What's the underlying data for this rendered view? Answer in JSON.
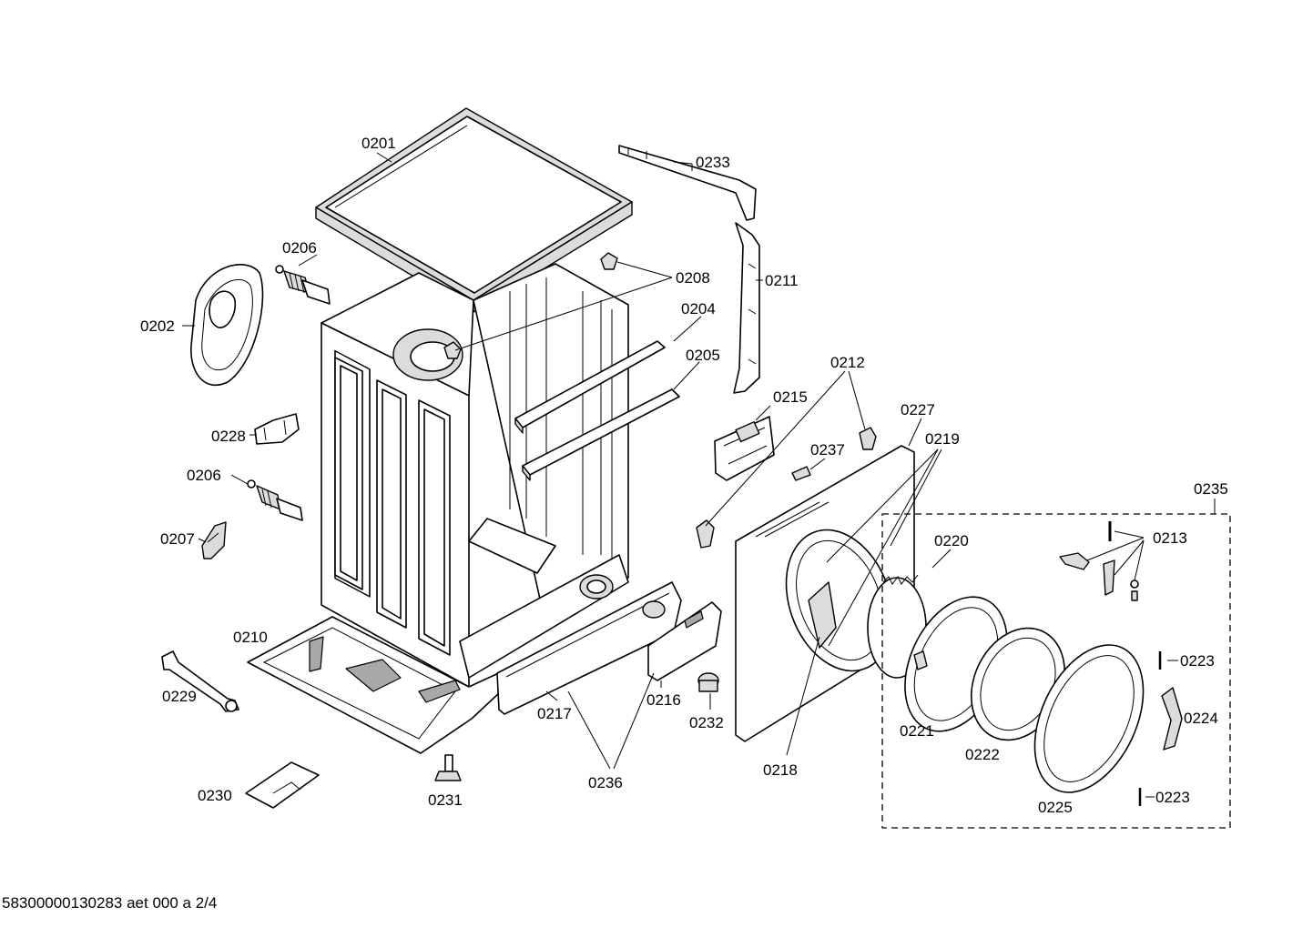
{
  "labels": {
    "p0201": "0201",
    "p0202": "0202",
    "p0204": "0204",
    "p0205": "0205",
    "p0206a": "0206",
    "p0206b": "0206",
    "p0207": "0207",
    "p0208": "0208",
    "p0210": "0210",
    "p0211": "0211",
    "p0212": "0212",
    "p0213": "0213",
    "p0215": "0215",
    "p0216": "0216",
    "p0217": "0217",
    "p0218": "0218",
    "p0219": "0219",
    "p0220": "0220",
    "p0221": "0221",
    "p0222": "0222",
    "p0223a": "0223",
    "p0223b": "0223",
    "p0224": "0224",
    "p0225": "0225",
    "p0227": "0227",
    "p0228": "0228",
    "p0229": "0229",
    "p0230": "0230",
    "p0231": "0231",
    "p0232": "0232",
    "p0233": "0233",
    "p0235": "0235",
    "p0236": "0236",
    "p0237": "0237"
  },
  "footer": {
    "document_code": "58300000130283 aet 000 a 2/4"
  }
}
